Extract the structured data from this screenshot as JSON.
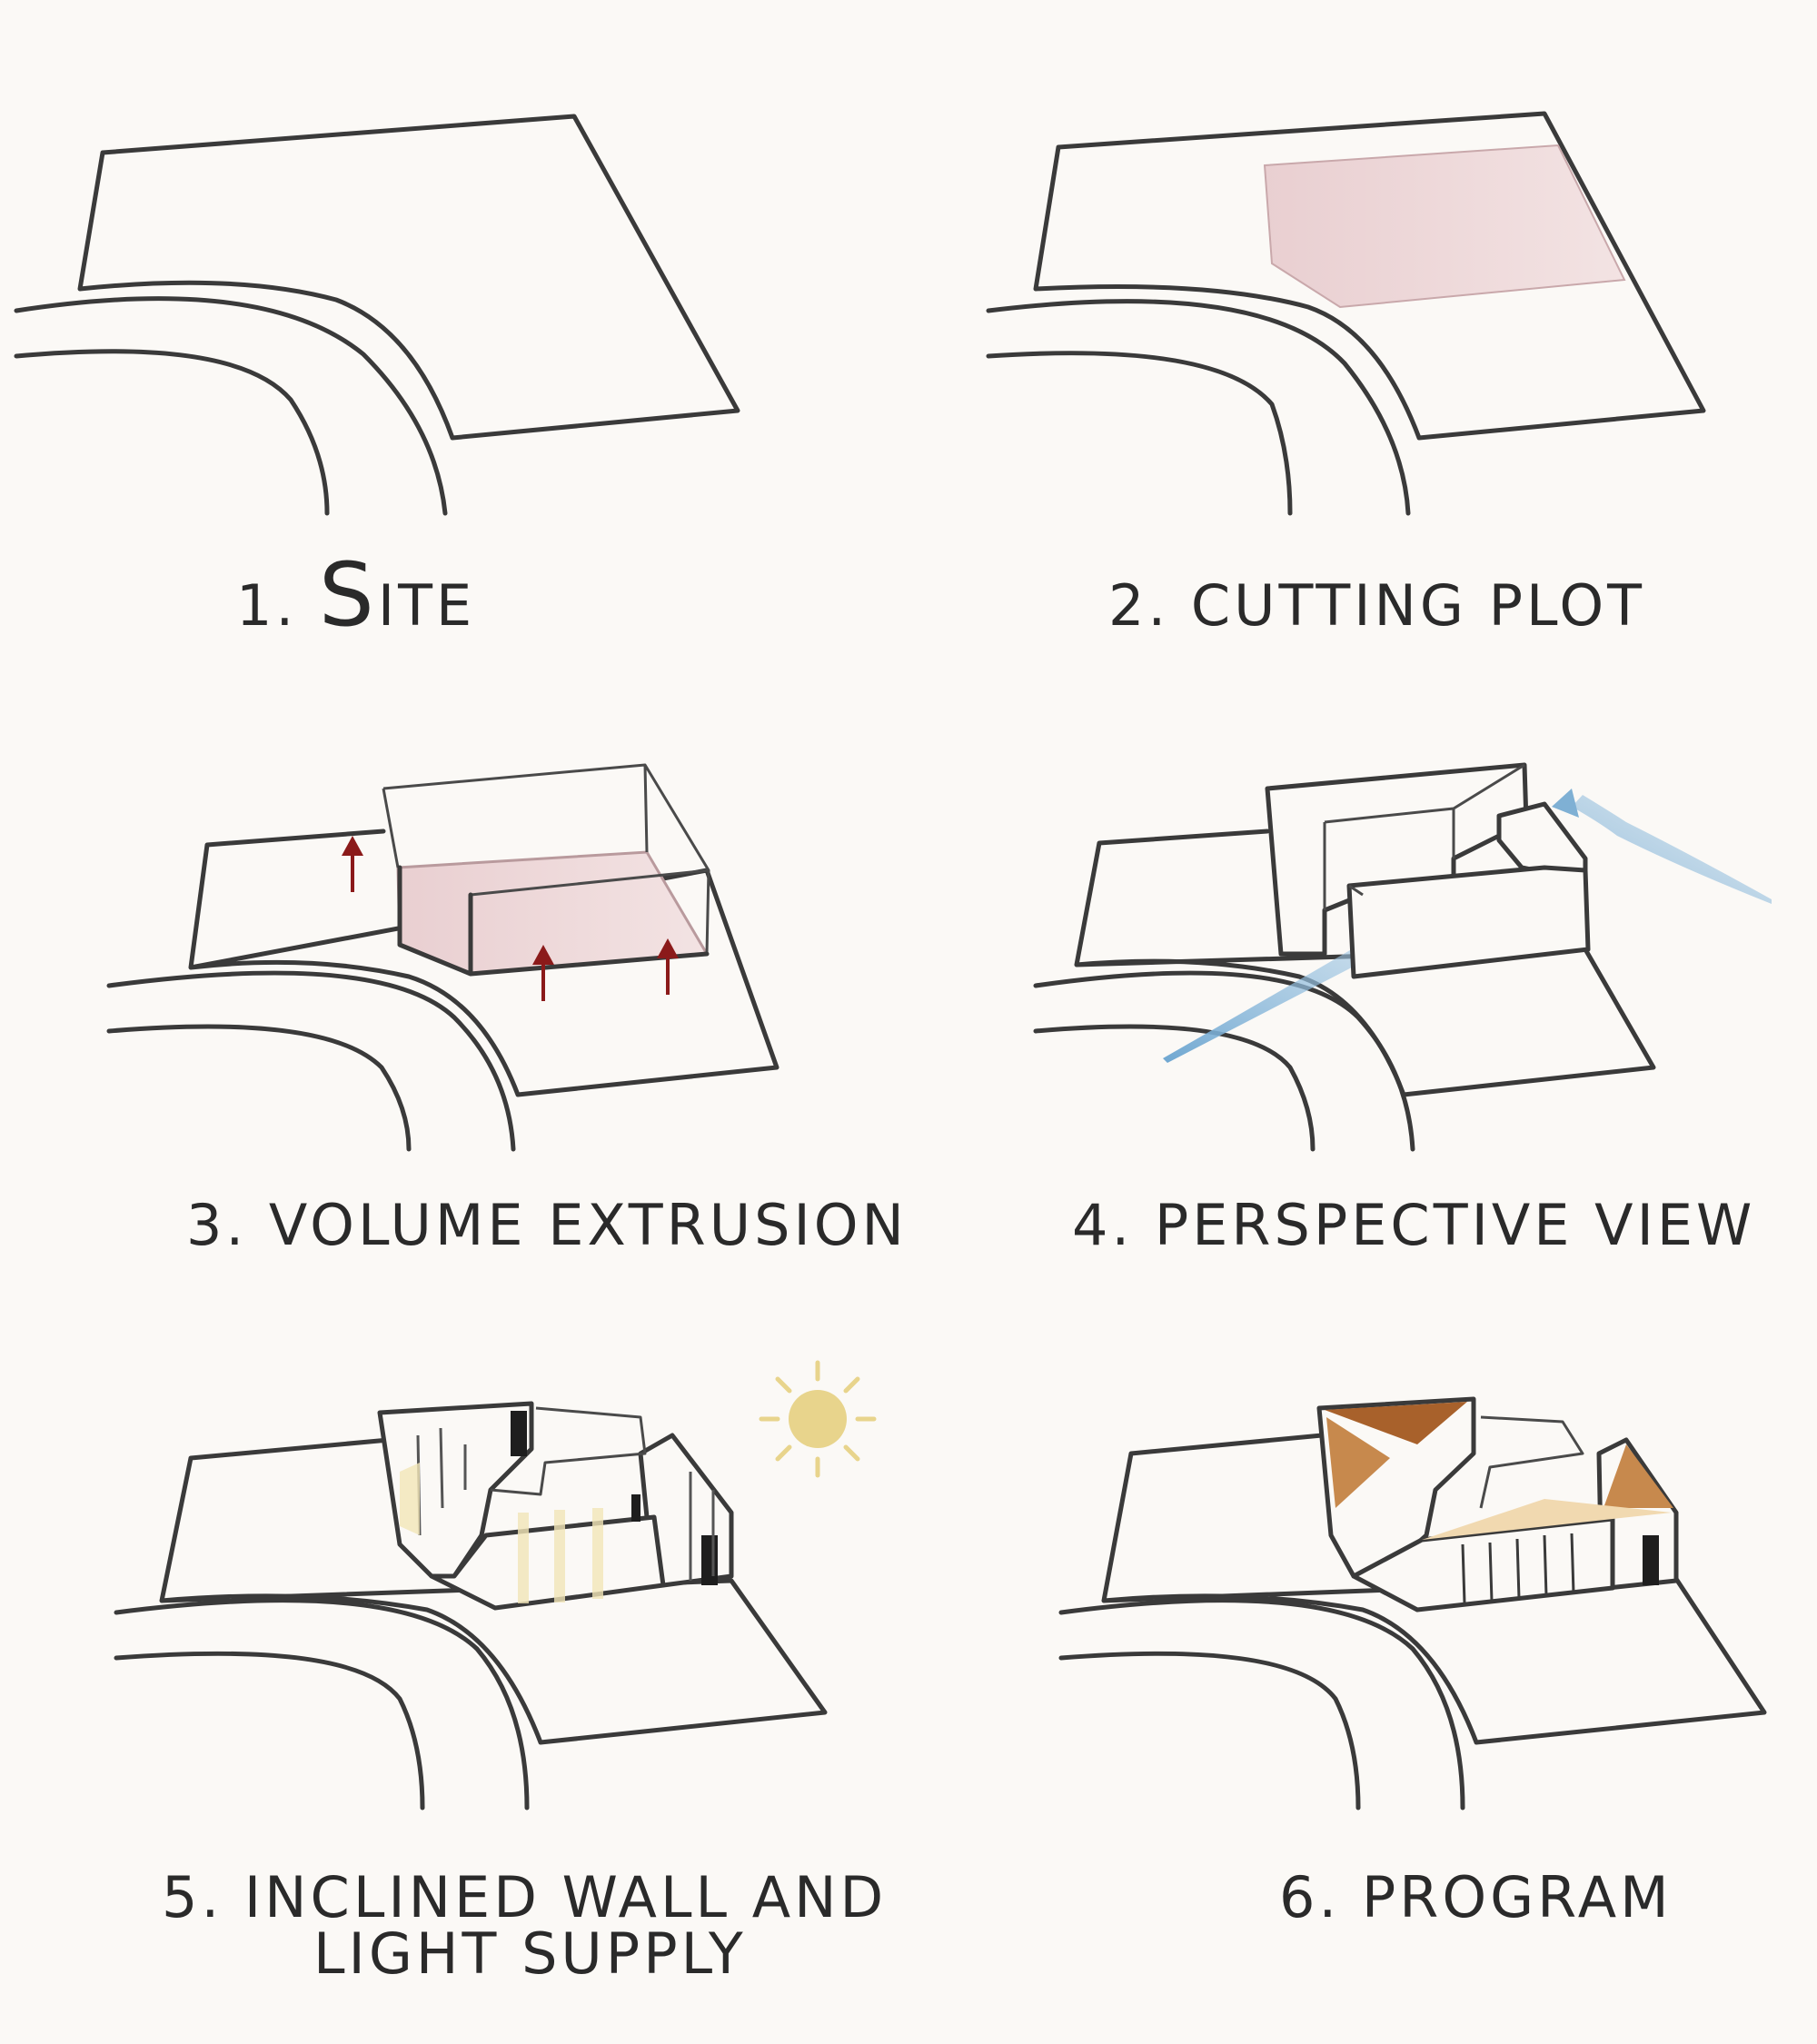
{
  "steps": [
    {
      "number": "1.",
      "first": "S",
      "rest": "ITE"
    },
    {
      "label": "2. CUTTING PLOT"
    },
    {
      "label": "3. VOLUME EXTRUSION"
    },
    {
      "label": "4. PERSPECTIVE VIEW"
    },
    {
      "label_line1": "5. INCLINED WALL AND",
      "label_line2": "LIGHT SUPPLY"
    },
    {
      "label": "6. PROGRAM"
    }
  ],
  "colors": {
    "plot_fill": "#e9cfd1",
    "arrow_red": "#8b1a1a",
    "wind_blue": "#7fb0d4",
    "sun_yellow": "#e8d48c",
    "program_brown": "#c7894d"
  }
}
